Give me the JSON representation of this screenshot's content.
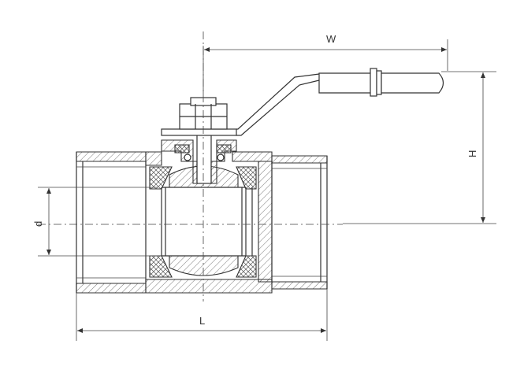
{
  "diagram": {
    "dimensions": {
      "width_label": "W",
      "height_label": "H",
      "bore_label": "d",
      "length_label": "L"
    }
  }
}
